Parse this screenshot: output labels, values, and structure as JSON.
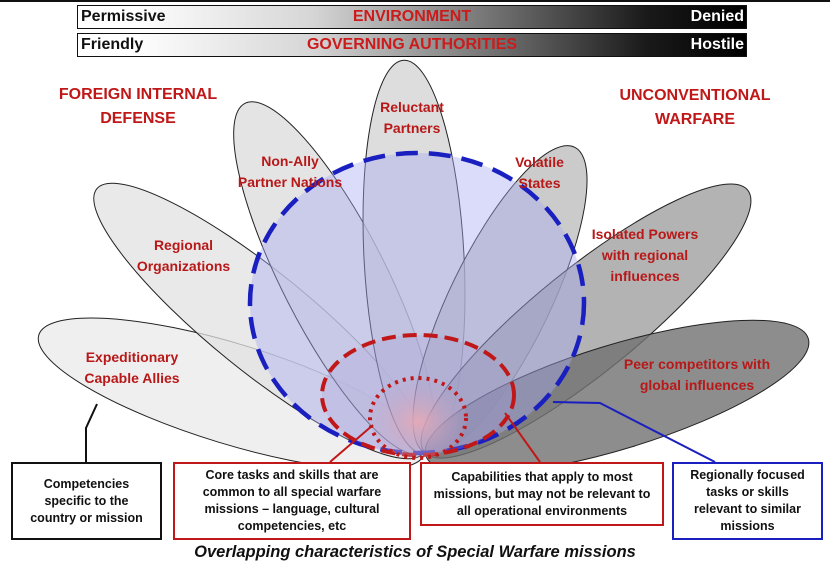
{
  "environment_bar": {
    "left": "Permissive",
    "center": "ENVIRONMENT",
    "right": "Denied"
  },
  "authorities_bar": {
    "left": "Friendly",
    "center": "GOVERNING AUTHORITIES",
    "right": "Hostile"
  },
  "side_titles": {
    "left": [
      "FOREIGN INTERNAL",
      "DEFENSE"
    ],
    "right": [
      "UNCONVENTIONAL",
      "WARFARE"
    ]
  },
  "petals": [
    {
      "lines": [
        "Expeditionary",
        "Capable Allies"
      ]
    },
    {
      "lines": [
        "Regional",
        "Organizations"
      ]
    },
    {
      "lines": [
        "Non-Ally",
        "Partner Nations"
      ]
    },
    {
      "lines": [
        "Reluctant",
        "Partners"
      ]
    },
    {
      "lines": [
        "Volatile",
        "States"
      ]
    },
    {
      "lines": [
        "Isolated Powers",
        "with regional",
        "influences"
      ]
    },
    {
      "lines": [
        "Peer competitors with",
        "global influences"
      ]
    }
  ],
  "boxes": {
    "black": [
      "Competencies",
      "specific to the",
      "country or mission"
    ],
    "red_core": [
      "Core tasks and skills that are",
      "common to all special warfare",
      "missions – language, cultural",
      "competencies, etc"
    ],
    "red_capabilities": [
      "Capabilities that apply to most",
      "missions, but may not be relevant to",
      "all operational environments"
    ],
    "blue": [
      "Regionally focused",
      "tasks or skills",
      "relevant to similar",
      "missions"
    ]
  },
  "caption": "Overlapping characteristics of Special Warfare missions",
  "colors": {
    "red": "#c01818",
    "blue": "#1a1fbf",
    "black": "#111111"
  }
}
